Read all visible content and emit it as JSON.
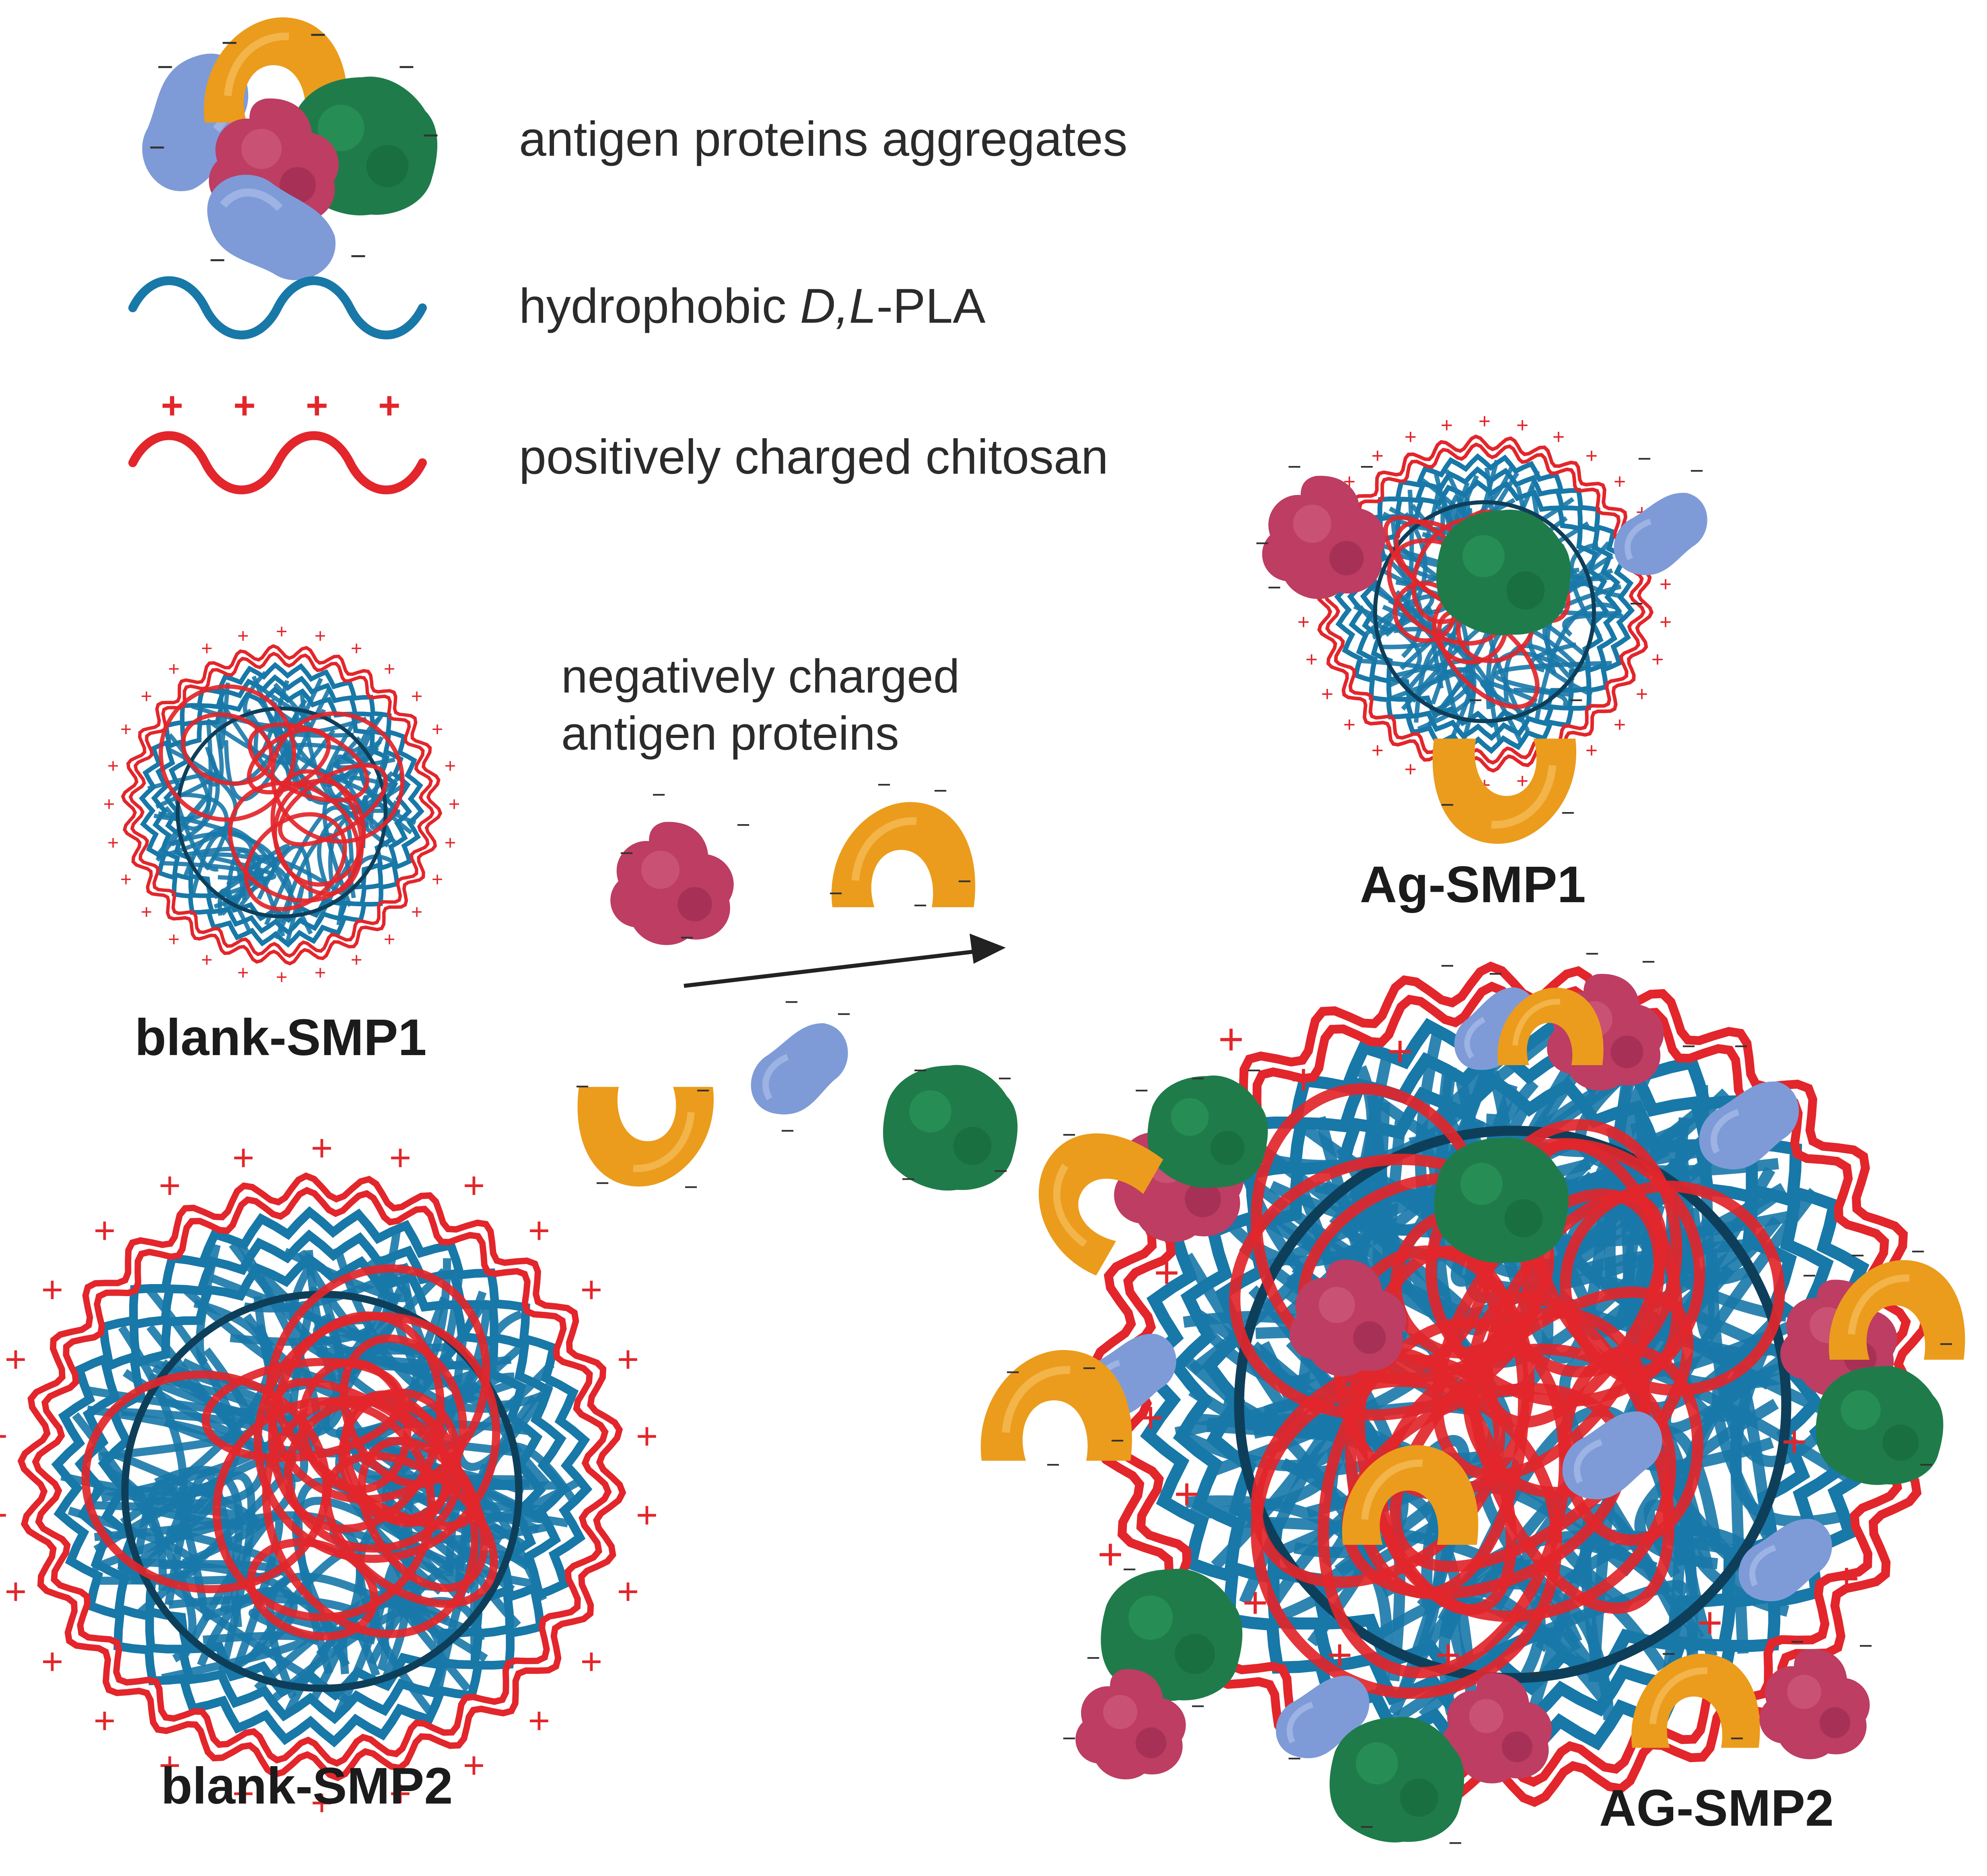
{
  "legend": {
    "aggregates": "antigen proteins aggregates",
    "pla_prefix": "hydrophobic ",
    "pla_italic": "D,L",
    "pla_suffix": "-PLA",
    "chitosan": "positively charged chitosan"
  },
  "note": {
    "line1": "negatively charged",
    "line2": "antigen proteins"
  },
  "labels": {
    "blank_smp1": "blank-SMP1",
    "blank_smp2": "blank-SMP2",
    "ag_smp1": "Ag-SMP1",
    "ag_smp2": "AG-SMP2"
  },
  "charges": {
    "positive": "+",
    "negative": "−"
  },
  "colors": {
    "pla": "#1878a8",
    "chitosan": "#e2262b",
    "protein_blue": "#7e9bd8",
    "protein_orange": "#eb9c1c",
    "protein_green": "#1f7c4a",
    "protein_magenta": "#bd3d63"
  }
}
